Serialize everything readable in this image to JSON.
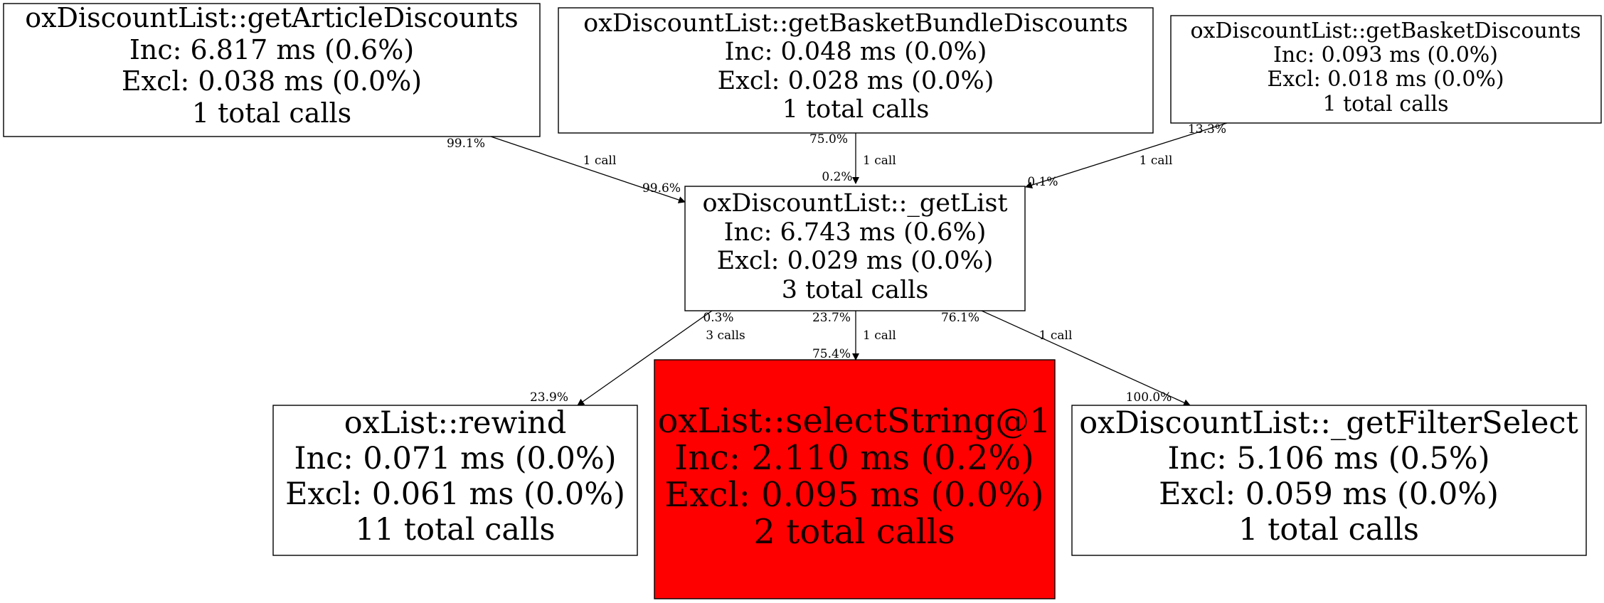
{
  "nodes": {
    "getArticleDiscounts": {
      "name": "oxDiscountList::getArticleDiscounts",
      "inc": "Inc: 6.817 ms (0.6%)",
      "excl": "Excl: 0.038 ms (0.0%)",
      "calls": "1 total calls",
      "fill": "#ffffff"
    },
    "getBasketBundleDiscounts": {
      "name": "oxDiscountList::getBasketBundleDiscounts",
      "inc": "Inc: 0.048 ms (0.0%)",
      "excl": "Excl: 0.028 ms (0.0%)",
      "calls": "1 total calls",
      "fill": "#ffffff"
    },
    "getBasketDiscounts": {
      "name": "oxDiscountList::getBasketDiscounts",
      "inc": "Inc: 0.093 ms (0.0%)",
      "excl": "Excl: 0.018 ms (0.0%)",
      "calls": "1 total calls",
      "fill": "#ffffff"
    },
    "getList": {
      "name": "oxDiscountList::_getList",
      "inc": "Inc: 6.743 ms (0.6%)",
      "excl": "Excl: 0.029 ms (0.0%)",
      "calls": "3 total calls",
      "fill": "#ffffff"
    },
    "rewind": {
      "name": "oxList::rewind",
      "inc": "Inc: 0.071 ms (0.0%)",
      "excl": "Excl: 0.061 ms (0.0%)",
      "calls": "11 total calls",
      "fill": "#ffffff"
    },
    "selectString": {
      "name": "oxList::selectString@1",
      "inc": "Inc: 2.110 ms (0.2%)",
      "excl": "Excl: 0.095 ms (0.0%)",
      "calls": "2 total calls",
      "fill": "#ff0000"
    },
    "getFilterSelect": {
      "name": "oxDiscountList::_getFilterSelect",
      "inc": "Inc: 5.106 ms (0.5%)",
      "excl": "Excl: 0.059 ms (0.0%)",
      "calls": "1 total calls",
      "fill": "#ffffff"
    }
  },
  "edges": {
    "e1": {
      "from": "getArticleDiscounts",
      "to": "getList",
      "tail": "99.1%",
      "calls": "1 call",
      "head": "99.6%"
    },
    "e2": {
      "from": "getBasketBundleDiscounts",
      "to": "getList",
      "tail": "75.0%",
      "calls": "1 call",
      "head": "0.2%"
    },
    "e3": {
      "from": "getBasketDiscounts",
      "to": "getList",
      "tail": "13.3%",
      "calls": "1 call",
      "head": "0.1%"
    },
    "e4": {
      "from": "getList",
      "to": "rewind",
      "tail": "0.3%",
      "calls": "3 calls",
      "head": "23.9%"
    },
    "e5": {
      "from": "getList",
      "to": "selectString",
      "tail": "23.7%",
      "calls": "1 call",
      "head": "75.4%"
    },
    "e6": {
      "from": "getList",
      "to": "getFilterSelect",
      "tail": "76.1%",
      "calls": "1 call",
      "head": "100.0%"
    }
  }
}
